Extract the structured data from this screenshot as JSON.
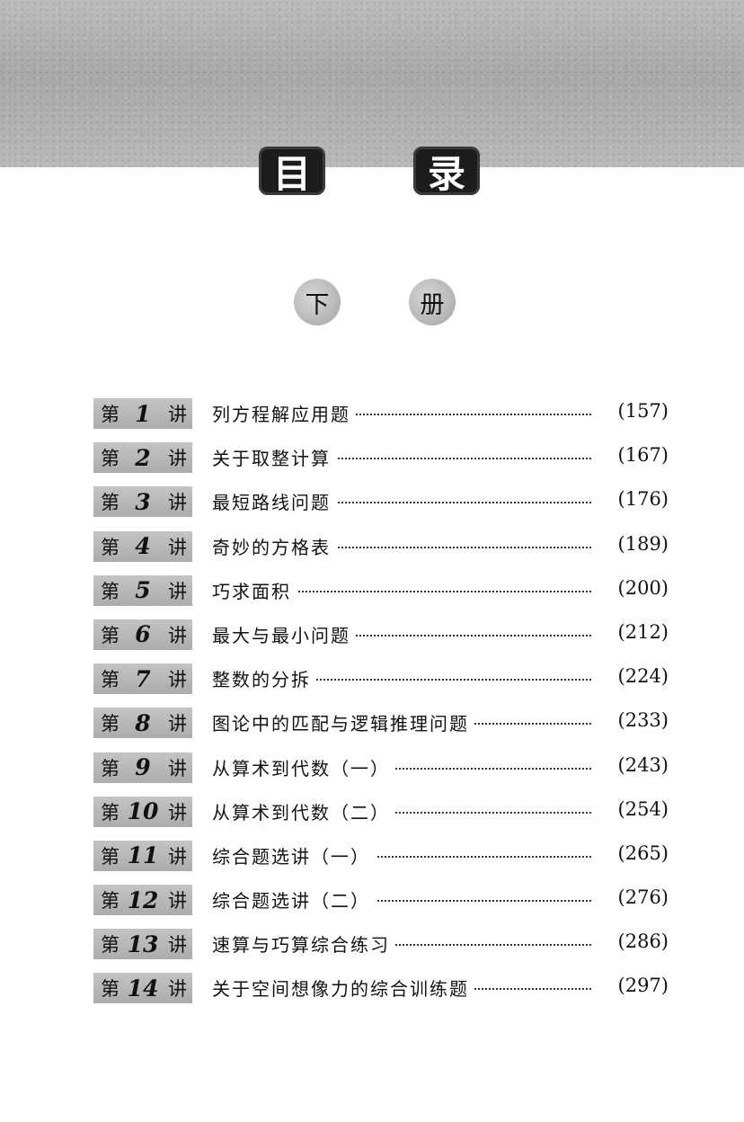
{
  "header": {
    "title_chars": [
      "目",
      "录"
    ]
  },
  "volume": {
    "chars": [
      "下",
      "册"
    ]
  },
  "toc": [
    {
      "pre": "第",
      "num": "1",
      "post": "讲",
      "title": "列方程解应用题",
      "page": "(157)"
    },
    {
      "pre": "第",
      "num": "2",
      "post": "讲",
      "title": "关于取整计算",
      "page": "(167)"
    },
    {
      "pre": "第",
      "num": "3",
      "post": "讲",
      "title": "最短路线问题",
      "page": "(176)"
    },
    {
      "pre": "第",
      "num": "4",
      "post": "讲",
      "title": "奇妙的方格表",
      "page": "(189)"
    },
    {
      "pre": "第",
      "num": "5",
      "post": "讲",
      "title": "巧求面积",
      "page": "(200)"
    },
    {
      "pre": "第",
      "num": "6",
      "post": "讲",
      "title": "最大与最小问题",
      "page": "(212)"
    },
    {
      "pre": "第",
      "num": "7",
      "post": "讲",
      "title": "整数的分拆",
      "page": "(224)"
    },
    {
      "pre": "第",
      "num": "8",
      "post": "讲",
      "title": "图论中的匹配与逻辑推理问题",
      "page": "(233)"
    },
    {
      "pre": "第",
      "num": "9",
      "post": "讲",
      "title": "从算术到代数（一）",
      "page": "(243)"
    },
    {
      "pre": "第",
      "num": "10",
      "post": "讲",
      "title": "从算术到代数（二）",
      "page": "(254)"
    },
    {
      "pre": "第",
      "num": "11",
      "post": "讲",
      "title": "综合题选讲（一）",
      "page": "(265)"
    },
    {
      "pre": "第",
      "num": "12",
      "post": "讲",
      "title": "综合题选讲（二）",
      "page": "(276)"
    },
    {
      "pre": "第",
      "num": "13",
      "post": "讲",
      "title": "速算与巧算综合练习",
      "page": "(286)"
    },
    {
      "pre": "第",
      "num": "14",
      "post": "讲",
      "title": "关于空间想像力的综合训练题",
      "page": "(297)"
    }
  ]
}
